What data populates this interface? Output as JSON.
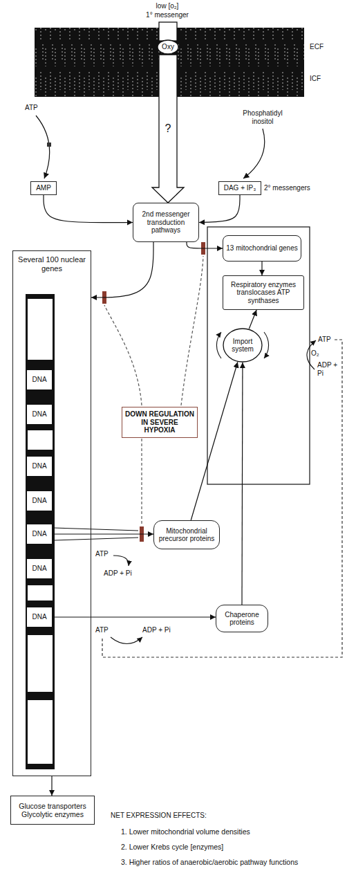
{
  "diagram": {
    "nodes": [
      {
        "text": [
          "Oxy"
        ]
      },
      {
        "text": [
          "AMP"
        ]
      },
      {
        "text": [
          "DAG + IP₃"
        ]
      },
      {
        "text": [
          "2nd messenger transduction pathways"
        ]
      },
      {
        "text": [
          "13 mitochondrial genes"
        ]
      },
      {
        "text": [
          "Several 100 nuclear genes"
        ]
      },
      {
        "text": [
          "DNA"
        ],
        "in": 5
      },
      {
        "text": [
          "DNA"
        ],
        "in": 5
      },
      {
        "text": [
          "DNA"
        ],
        "in": 5
      },
      {
        "text": [
          "DNA"
        ],
        "in": 5
      },
      {
        "text": [
          "DNA"
        ],
        "in": 5
      },
      {
        "text": [
          "DNA"
        ],
        "in": 5
      },
      {
        "text": [
          "DNA"
        ],
        "in": 5
      },
      {
        "text": [
          "Respiratory enzymes translocases ATP synthases"
        ]
      },
      {
        "text": [
          "Import system"
        ]
      },
      {
        "text": [
          "DOWN REGULATION IN SEVERE HYPOXIA"
        ]
      },
      {
        "text": [
          "Mitochondrial precursor proteins"
        ]
      },
      {
        "text": [
          "Chaperone proteins"
        ]
      },
      {
        "text": [
          "Glucose transporters Glycolytic enzymes"
        ]
      }
    ],
    "edges": [
      {
        "from": 0,
        "to": 3,
        "arrow": "to",
        "label": "?"
      },
      {
        "from": 1,
        "to": 3,
        "arrow": "to"
      },
      {
        "from": 2,
        "to": 3,
        "arrow": "to"
      },
      {
        "from": 3,
        "to": 5,
        "arrow": "to"
      },
      {
        "from": 3,
        "to": 4,
        "arrow": "to"
      },
      {
        "from": 4,
        "to": 13,
        "arrow": "to"
      },
      {
        "from": 14,
        "to": 13,
        "arrow": "to"
      },
      {
        "from": 10,
        "to": 16,
        "arrow": "to"
      },
      {
        "from": 12,
        "to": 17,
        "arrow": "to"
      },
      {
        "from": 16,
        "to": 14,
        "arrow": "to"
      },
      {
        "from": 17,
        "to": 14,
        "arrow": "to"
      },
      {
        "from": 5,
        "to": 18,
        "arrow": "to"
      }
    ],
    "labels": [
      "low [o₂]",
      "1° messenger",
      "ECF",
      "ICF",
      "ATP",
      "Phosphatidyl inositol",
      "2° messengers",
      "ATP",
      "O₂",
      "ADP + Pi",
      "ATP",
      "ADP + Pi",
      "ATP",
      "ADP + Pi",
      "NET EXPRESSION EFFECTS:",
      "1. Lower mitochondrial volume densities",
      "2. Lower Krebs cycle [enzymes]",
      "3. Higher ratios of anaerobic/aerobic pathway functions"
    ]
  }
}
